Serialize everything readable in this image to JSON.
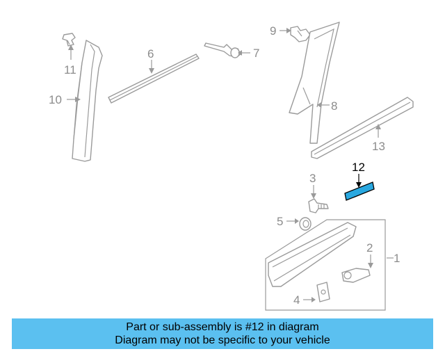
{
  "callouts": {
    "c1": "1",
    "c2": "2",
    "c3": "3",
    "c4": "4",
    "c5": "5",
    "c6": "6",
    "c7": "7",
    "c8": "8",
    "c9": "9",
    "c10": "10",
    "c11": "11",
    "c12": "12",
    "c13": "13"
  },
  "highlighted_part": "12",
  "banner": {
    "line1": "Part or sub-assembly is #12 in diagram",
    "line2": "Diagram may not be specific to your vehicle"
  },
  "colors": {
    "banner_bg": "#5bc0f0",
    "highlight_fill": "#29a8e0",
    "line_gray": "#9a9a9a"
  }
}
